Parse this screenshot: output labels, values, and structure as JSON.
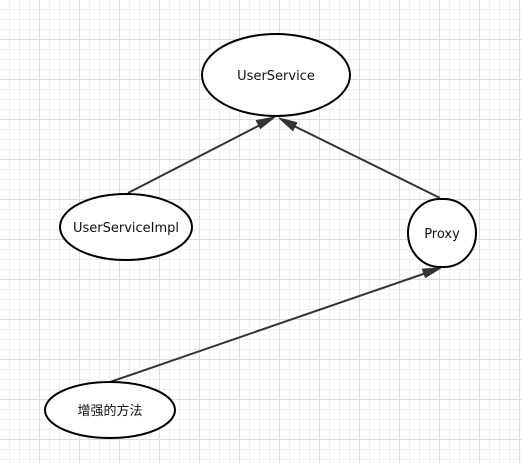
{
  "diagram": {
    "nodes": {
      "user_service": {
        "label": "UserService"
      },
      "user_service_impl": {
        "label": "UserServiceImpl"
      },
      "proxy": {
        "label": "Proxy"
      },
      "enhanced_method": {
        "label": "增强的方法"
      }
    },
    "edges": [
      {
        "from": "UserServiceImpl",
        "to": "UserService"
      },
      {
        "from": "Proxy",
        "to": "UserService"
      },
      {
        "from": "增强的方法",
        "to": "Proxy"
      }
    ],
    "colors": {
      "node_stroke": "#000000",
      "node_fill": "#ffffff",
      "edge": "#333333",
      "grid": "#dcdcdc"
    }
  }
}
